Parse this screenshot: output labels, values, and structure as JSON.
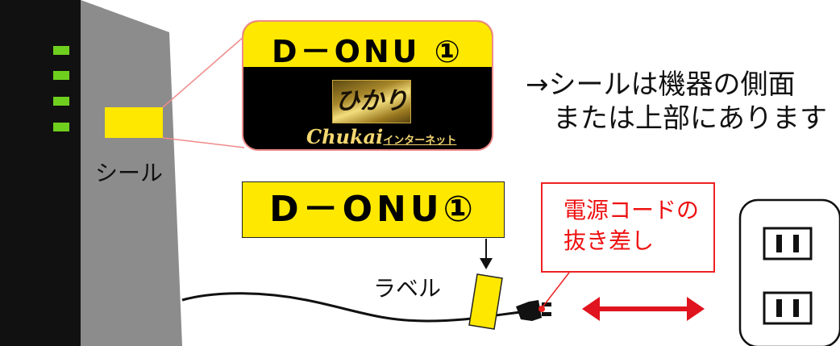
{
  "seal_card": {
    "code": "D－ONU ①",
    "brand_logo_text": "ひかり",
    "company_logo_latin": "Chukai",
    "company_logo_jp": "インターネット"
  },
  "note": {
    "line1": "→シールは機器の側面",
    "line2": "または上部にあります"
  },
  "seal_label": "シール",
  "label_box": {
    "code": "D－ONU①"
  },
  "label_text": "ラベル",
  "power_box": {
    "line1": "電源コードの",
    "line2": "抜き差し"
  },
  "colors": {
    "seal_yellow": "#ffe800",
    "device_dark": "#111111",
    "device_gray": "#8c8c8c",
    "led_green": "#6fcf1f",
    "callout_pink": "#f08a8a",
    "arrow_red": "#e0141e",
    "power_box_red": "#e11111"
  },
  "icons": [
    "device-tower",
    "led-indicator",
    "power-plug",
    "double-arrow",
    "wall-outlet"
  ]
}
